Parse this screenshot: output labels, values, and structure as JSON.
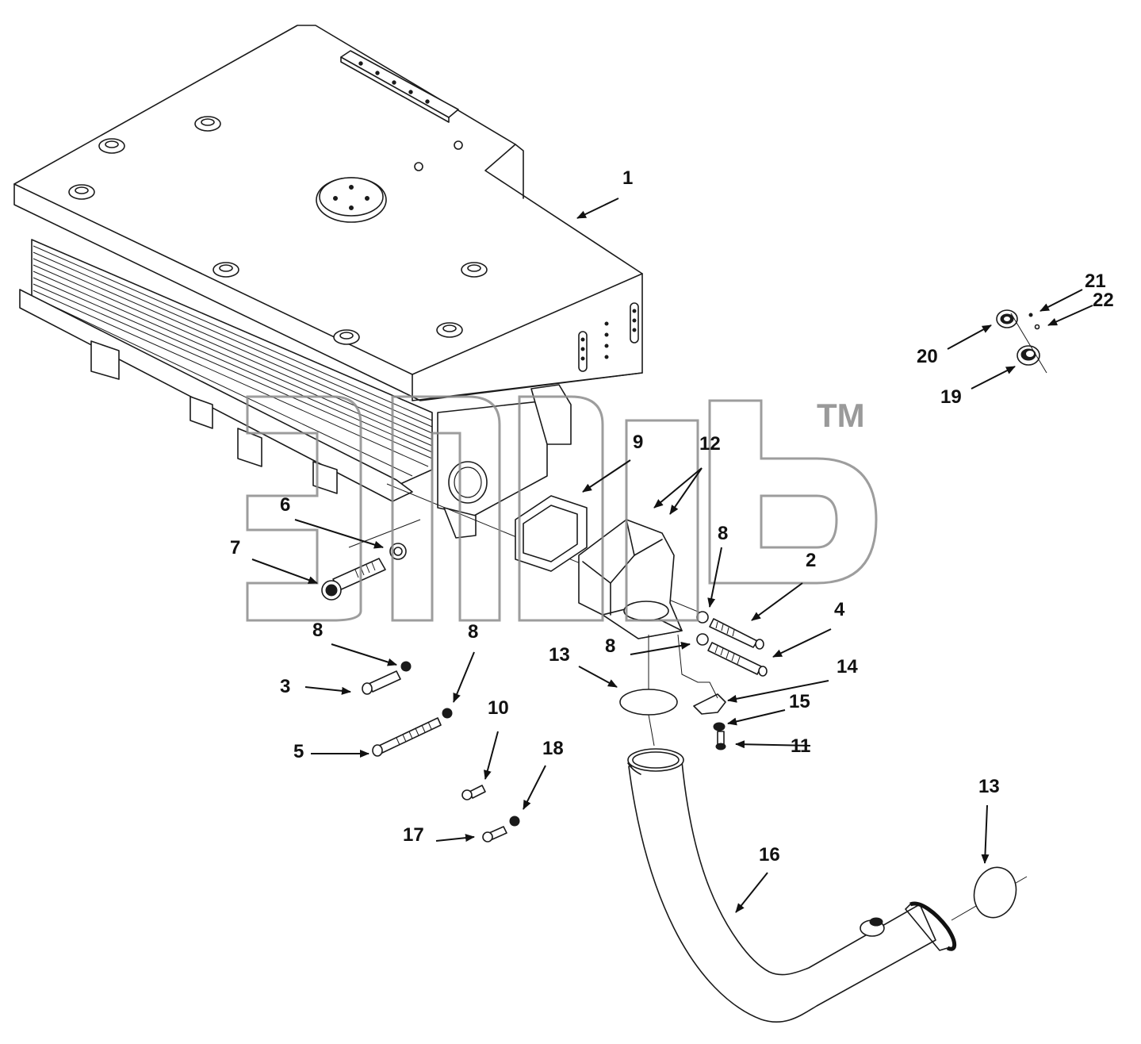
{
  "diagram": {
    "watermark_tm": "TM",
    "callouts": [
      {
        "id": "1",
        "label": "1"
      },
      {
        "id": "2",
        "label": "2"
      },
      {
        "id": "3",
        "label": "3"
      },
      {
        "id": "4",
        "label": "4"
      },
      {
        "id": "5",
        "label": "5"
      },
      {
        "id": "6",
        "label": "6"
      },
      {
        "id": "7",
        "label": "7"
      },
      {
        "id": "8a",
        "label": "8"
      },
      {
        "id": "8b",
        "label": "8"
      },
      {
        "id": "8c",
        "label": "8"
      },
      {
        "id": "8d",
        "label": "8"
      },
      {
        "id": "9",
        "label": "9"
      },
      {
        "id": "10",
        "label": "10"
      },
      {
        "id": "11",
        "label": "11"
      },
      {
        "id": "12",
        "label": "12"
      },
      {
        "id": "13a",
        "label": "13"
      },
      {
        "id": "13b",
        "label": "13"
      },
      {
        "id": "14",
        "label": "14"
      },
      {
        "id": "15",
        "label": "15"
      },
      {
        "id": "16",
        "label": "16"
      },
      {
        "id": "17",
        "label": "17"
      },
      {
        "id": "18",
        "label": "18"
      },
      {
        "id": "19",
        "label": "19"
      },
      {
        "id": "20",
        "label": "20"
      },
      {
        "id": "21",
        "label": "21"
      },
      {
        "id": "22",
        "label": "22"
      }
    ]
  }
}
